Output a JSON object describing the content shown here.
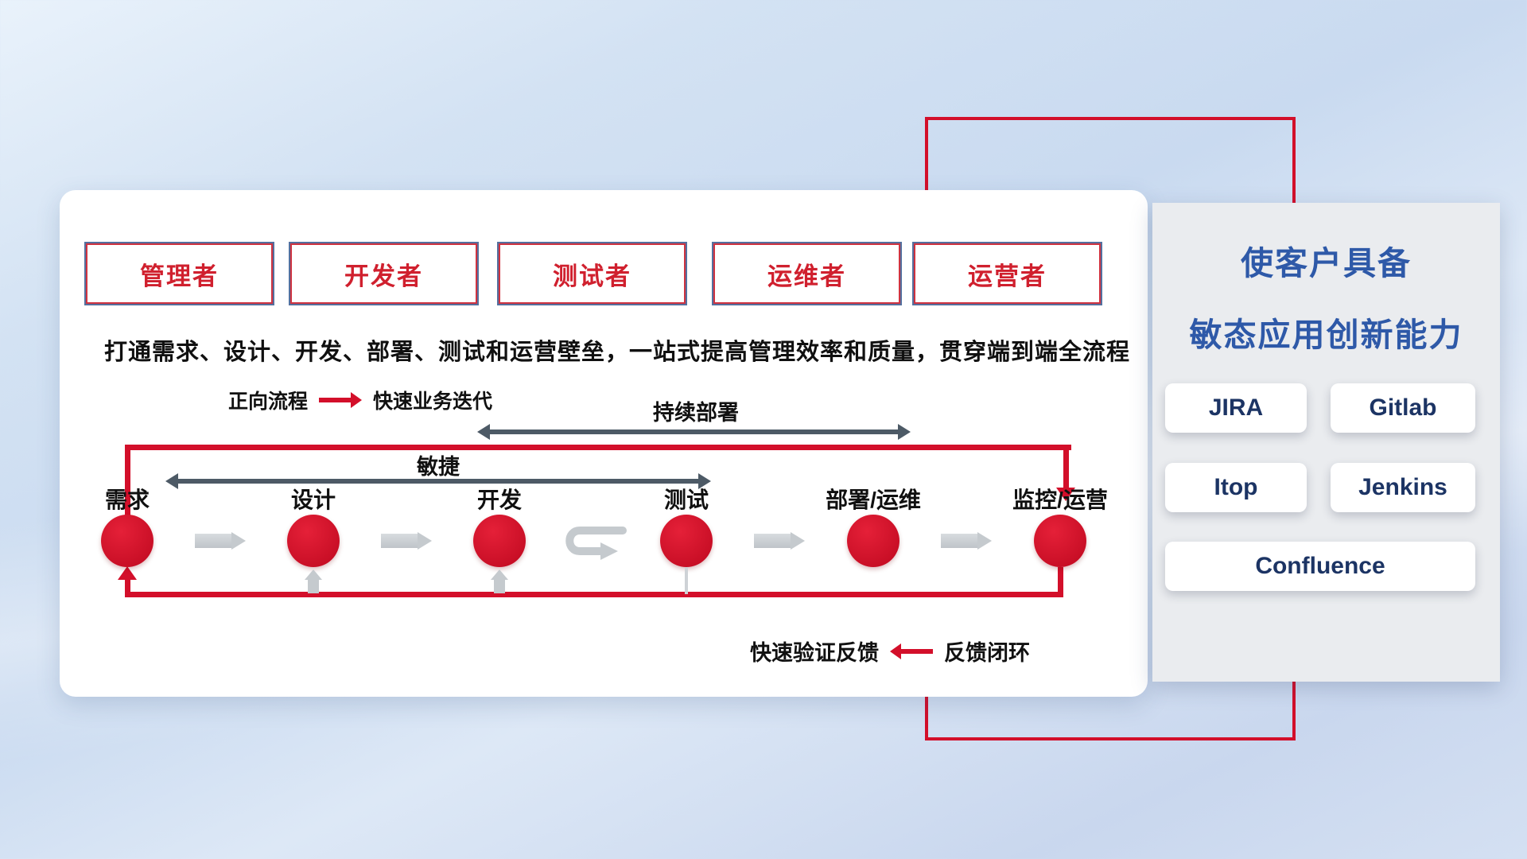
{
  "roles": [
    "管理者",
    "开发者",
    "测试者",
    "运维者",
    "运营者"
  ],
  "headline": "打通需求、设计、开发、部署、测试和运营壁垒，一站式提高管理效率和质量，贯穿端到端全流程",
  "forward_legend": {
    "label": "正向流程",
    "desc": "快速业务迭代"
  },
  "flow_arrows": {
    "continuous_deployment": "持续部署",
    "agile": "敏捷"
  },
  "stages": [
    "需求",
    "设计",
    "开发",
    "测试",
    "部署/运维",
    "监控/运营"
  ],
  "feedback_legend": {
    "desc": "快速验证反馈",
    "label": "反馈闭环"
  },
  "right_panel": {
    "title_line1": "使客户具备",
    "title_line2": "敏态应用创新能力",
    "tools": [
      "JIRA",
      "Gitlab",
      "Itop",
      "Jenkins",
      "Confluence"
    ]
  },
  "colors": {
    "red": "#d30f2a",
    "blue_title": "#2e59a8",
    "dark_arrow": "#4d5a66",
    "gray_arrow": "#c5cace"
  }
}
